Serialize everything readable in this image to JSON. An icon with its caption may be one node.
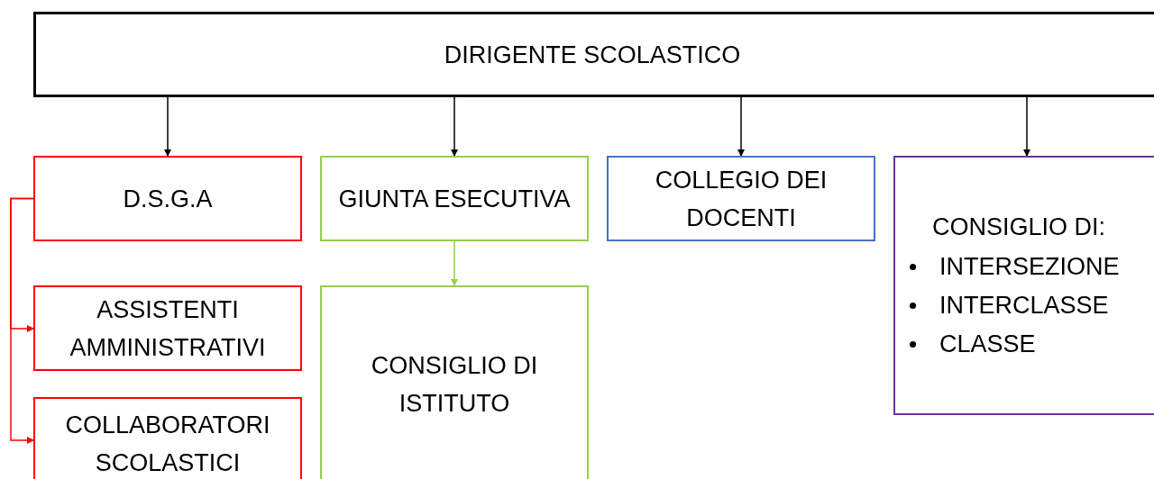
{
  "diagram": {
    "nodes": [
      {
        "text": [
          "DIRIGENTE SCOLASTICO"
        ]
      },
      {
        "text": [
          "D.S.G.A"
        ]
      },
      {
        "text": [
          "GIUNTA ESECUTIVA"
        ]
      },
      {
        "text": [
          "COLLEGIO DEI DOCENTI"
        ]
      },
      {
        "text": [
          "CONSIGLIO DI:",
          "INTERSEZIONE",
          "INTERCLASSE",
          "CLASSE"
        ]
      },
      {
        "text": [
          "ASSISTENTI AMMINISTRATIVI"
        ]
      },
      {
        "text": [
          "CONSIGLIO DI ISTITUTO"
        ]
      },
      {
        "text": [
          "COLLABORATORI SCOLASTICI"
        ]
      }
    ],
    "edges": [
      {
        "from": 0,
        "to": 1,
        "arrow": "to"
      },
      {
        "from": 0,
        "to": 2,
        "arrow": "to"
      },
      {
        "from": 0,
        "to": 3,
        "arrow": "to"
      },
      {
        "from": 0,
        "to": 4,
        "arrow": "to"
      },
      {
        "from": 2,
        "to": 6,
        "arrow": "to",
        "color": "#92d050"
      },
      {
        "from": 1,
        "to": 5,
        "arrow": "to",
        "color": "#ff0000"
      },
      {
        "from": 1,
        "to": 7,
        "arrow": "to",
        "color": "#ff0000"
      }
    ]
  }
}
